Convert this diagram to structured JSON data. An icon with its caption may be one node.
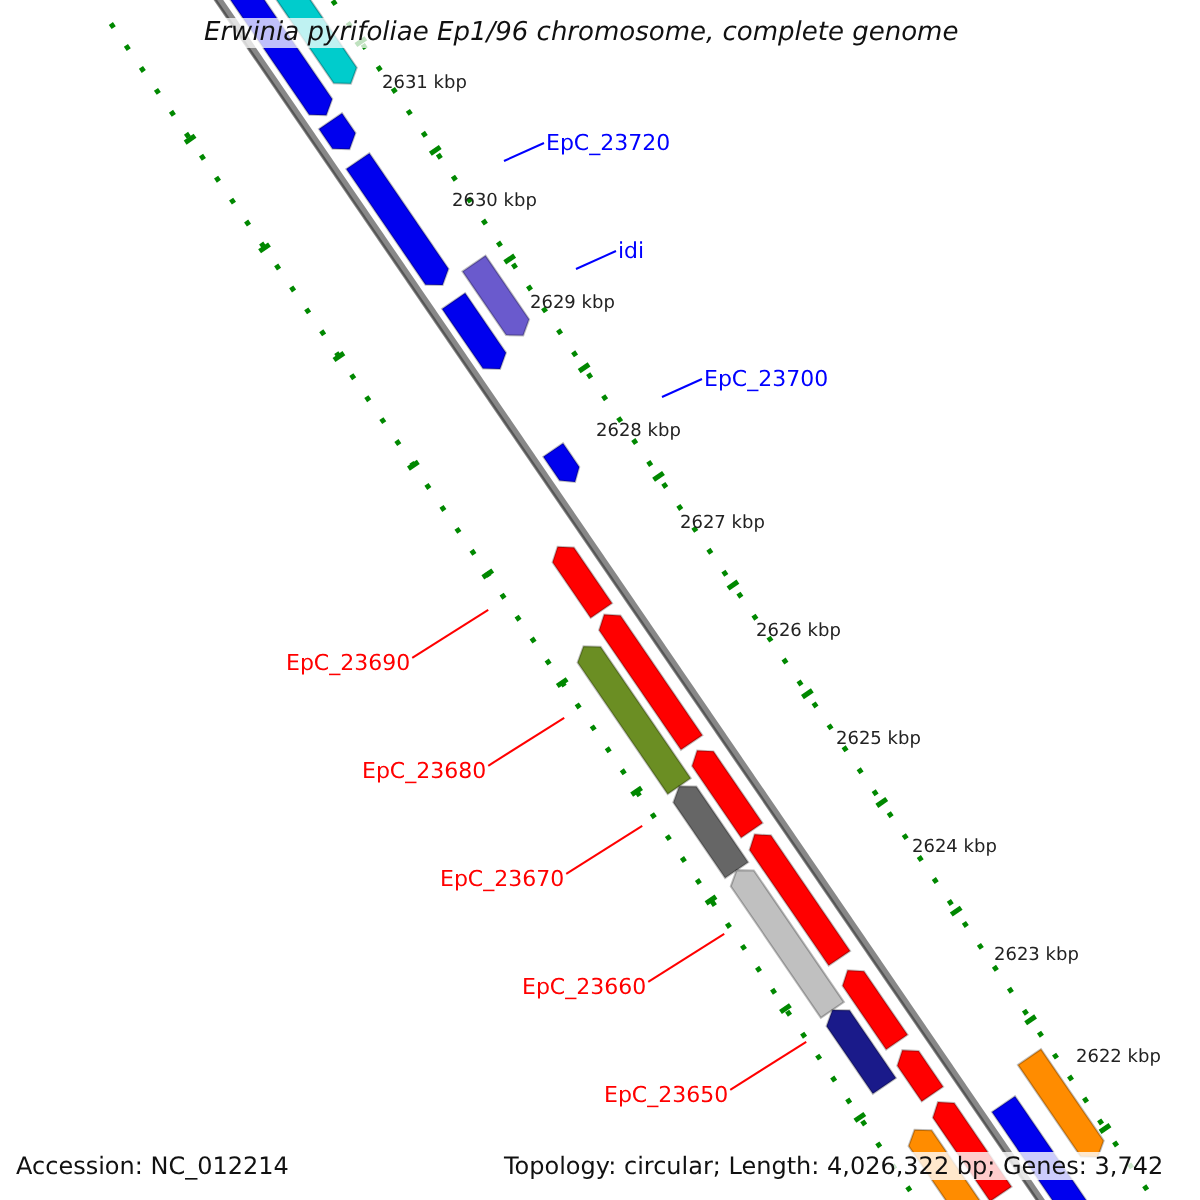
{
  "diagram": {
    "title": "Erwinia pyrifoliae Ep1/96 chromosome, complete genome",
    "nodes": [
      {
        "text": [
          "EpC_23720"
        ]
      },
      {
        "text": [
          "idi"
        ]
      },
      {
        "text": [
          "EpC_23700"
        ]
      },
      {
        "text": [
          "EpC_23690"
        ]
      },
      {
        "text": [
          "EpC_23680"
        ]
      },
      {
        "text": [
          "EpC_23670"
        ]
      },
      {
        "text": [
          "EpC_23660"
        ]
      },
      {
        "text": [
          "EpC_23650"
        ]
      }
    ],
    "edges": [
      {
        "from": 0,
        "to": null,
        "arrow": "none",
        "color": "#0000ff"
      },
      {
        "from": 1,
        "to": null,
        "arrow": "none",
        "color": "#0000ff"
      },
      {
        "from": 2,
        "to": null,
        "arrow": "none",
        "color": "#0000ff"
      },
      {
        "from": 3,
        "to": null,
        "arrow": "none"
      },
      {
        "from": 4,
        "to": null,
        "arrow": "none"
      },
      {
        "from": 5,
        "to": null,
        "arrow": "none"
      },
      {
        "from": 6,
        "to": null,
        "arrow": "none"
      },
      {
        "from": 7,
        "to": null,
        "arrow": "none"
      }
    ],
    "labels": [
      "2631 kbp",
      "2630 kbp",
      "2629 kbp",
      "2628 kbp",
      "2627 kbp",
      "2626 kbp",
      "2625 kbp",
      "2624 kbp",
      "2623 kbp",
      "2622 kbp",
      "Accession: NC_012214",
      "Topology: circular; Length: 4,026,322 bp; Genes: 3,742"
    ]
  }
}
